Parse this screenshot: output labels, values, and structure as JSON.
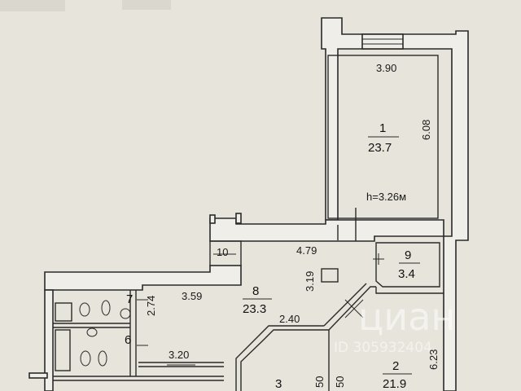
{
  "plan": {
    "ceiling_height": "h=3.26м",
    "rooms": [
      {
        "id": "room-1",
        "number": "1",
        "area": "23.7"
      },
      {
        "id": "room-2",
        "number": "2",
        "area": "21.9"
      },
      {
        "id": "room-3",
        "number": "3",
        "area": ""
      },
      {
        "id": "room-6",
        "number": "6",
        "area": ""
      },
      {
        "id": "room-7",
        "number": "7",
        "area": ""
      },
      {
        "id": "room-8",
        "number": "8",
        "area": "23.3"
      },
      {
        "id": "room-9",
        "number": "9",
        "area": "3.4"
      },
      {
        "id": "room-10",
        "number": "10",
        "area": ""
      }
    ],
    "dimensions": {
      "d_3_90": "3.90",
      "d_6_08": "6.08",
      "d_4_79": "4.79",
      "d_3_59": "3.59",
      "d_3_19": "3.19",
      "d_2_74": "2.74",
      "d_2_40": "2.40",
      "d_3_20": "3.20",
      "d_6_23": "6.23",
      "d_50a": "50",
      "d_50b": "50"
    }
  },
  "watermark": {
    "brand": "циан",
    "id": "ID 305932404"
  }
}
